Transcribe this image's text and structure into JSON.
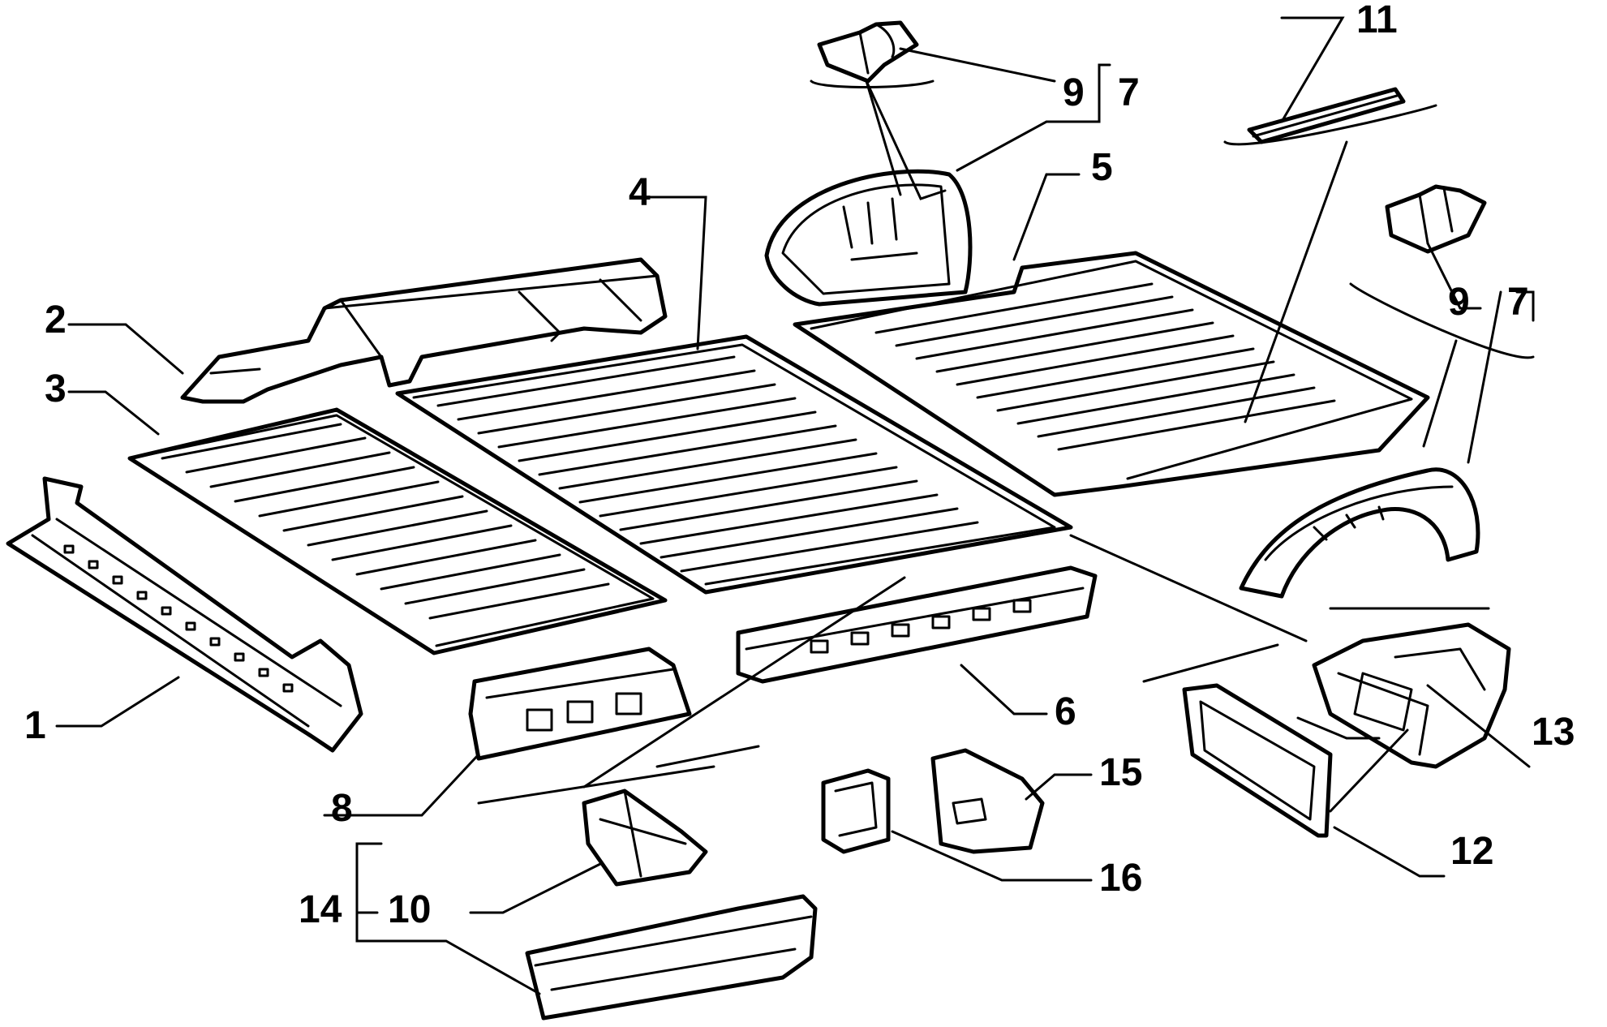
{
  "diagram": {
    "callouts": {
      "c1": "1",
      "c2": "2",
      "c3": "3",
      "c4": "4",
      "c5": "5",
      "c6": "6",
      "c7a": "7",
      "c7b": "7",
      "c8": "8",
      "c9a": "9",
      "c9b": "9",
      "c10": "10",
      "c11": "11",
      "c12": "12",
      "c13": "13",
      "c14": "14",
      "c15": "15",
      "c16": "16"
    },
    "ink_color": "#000000",
    "paper_color": "#ffffff"
  }
}
